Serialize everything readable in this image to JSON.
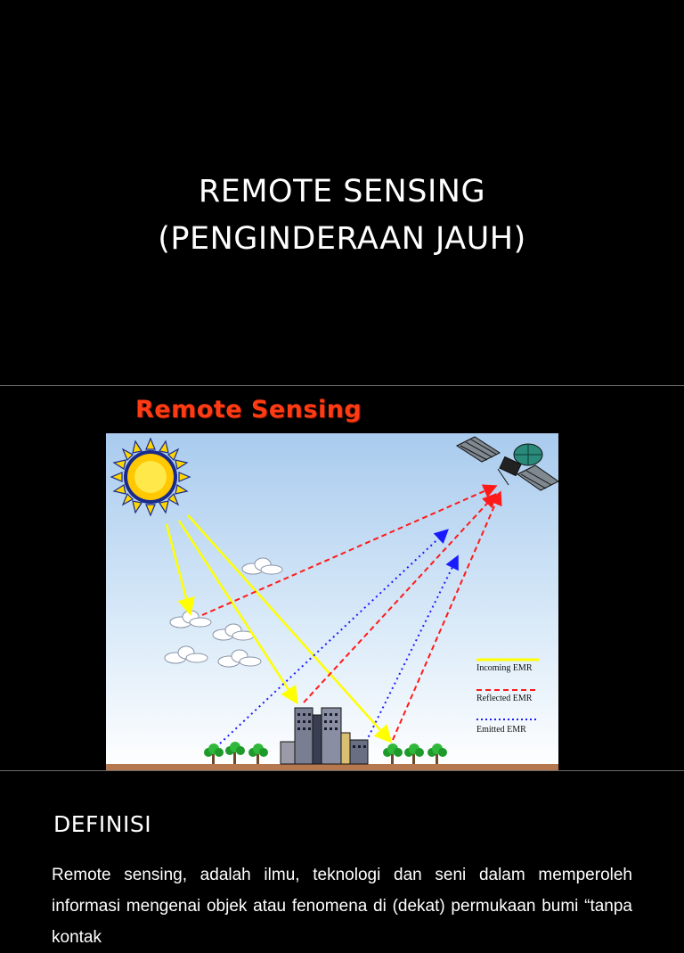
{
  "slide1": {
    "title_line1": "REMOTE SENSING",
    "title_line2": "(PENGINDERAAN JAUH)"
  },
  "slide2": {
    "heading": "Remote Sensing",
    "legend": [
      {
        "label": "Incoming EMR",
        "color": "#ffff00",
        "style": "solid"
      },
      {
        "label": "Reflected EMR",
        "color": "#ff1a1a",
        "style": "dashed"
      },
      {
        "label": "Emitted EMR",
        "color": "#1a1aff",
        "style": "dotted"
      }
    ]
  },
  "slide3": {
    "heading": "DEFINISI",
    "paragraph": "Remote sensing, adalah ilmu, teknologi dan seni dalam memperoleh informasi mengenai objek atau fenomena di (dekat) permukaan bumi “tanpa kontak"
  },
  "colors": {
    "background": "#000000",
    "heading_red": "#ff3b14",
    "sky_top": "#bcd8f2",
    "ground": "#b5784f"
  }
}
